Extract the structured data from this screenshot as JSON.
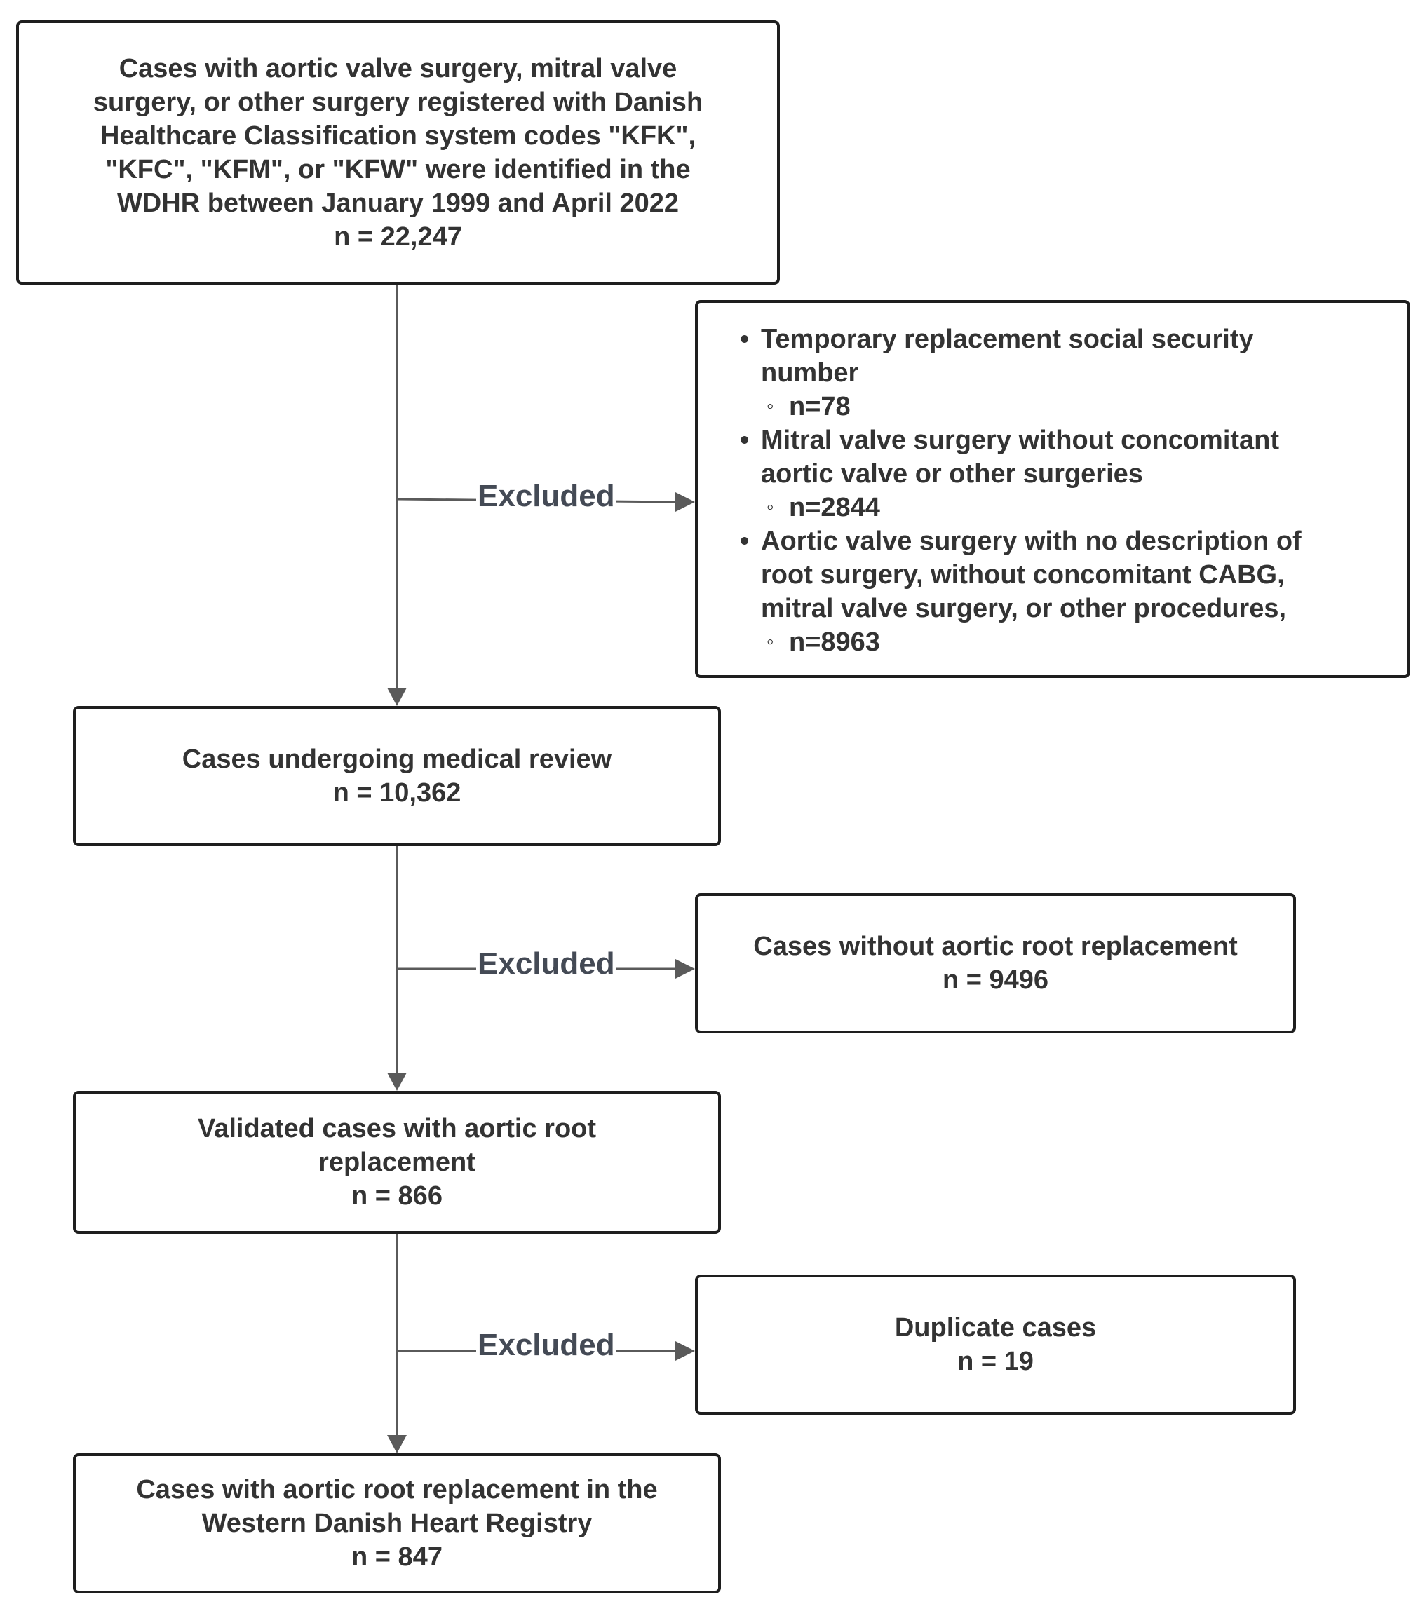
{
  "boxes": {
    "start": {
      "lines": [
        "Cases with aortic valve surgery, mitral valve",
        "surgery, or other surgery registered with Danish",
        "Healthcare Classification system codes \"KFK\",",
        "\"KFC\", \"KFM\", or \"KFW\" were identified in the",
        "WDHR between January 1999 and April 2022"
      ],
      "count": "n = 22,247"
    },
    "review": {
      "lines": [
        "Cases undergoing medical review"
      ],
      "count": "n = 10,362"
    },
    "validated": {
      "lines": [
        "Validated cases with aortic root",
        "replacement"
      ],
      "count": "n = 866"
    },
    "final": {
      "lines": [
        "Cases with aortic root replacement in the",
        "Western Danish Heart Registry"
      ],
      "count": "n = 847"
    }
  },
  "exclusions": {
    "label": "Excluded",
    "first": {
      "items": [
        {
          "lines": [
            "Temporary replacement social security",
            "number"
          ],
          "sub": "n=78"
        },
        {
          "lines": [
            "Mitral valve surgery without concomitant",
            "aortic valve or other surgeries"
          ],
          "sub": "n=2844"
        },
        {
          "lines": [
            "Aortic valve surgery with no description of",
            "root surgery, without concomitant CABG,",
            "mitral valve surgery, or other procedures,"
          ],
          "sub": "n=8963"
        }
      ]
    },
    "second": {
      "lines": [
        "Cases without aortic root replacement"
      ],
      "count": "n = 9496"
    },
    "third": {
      "lines": [
        "Duplicate cases"
      ],
      "count": "n = 19"
    }
  }
}
